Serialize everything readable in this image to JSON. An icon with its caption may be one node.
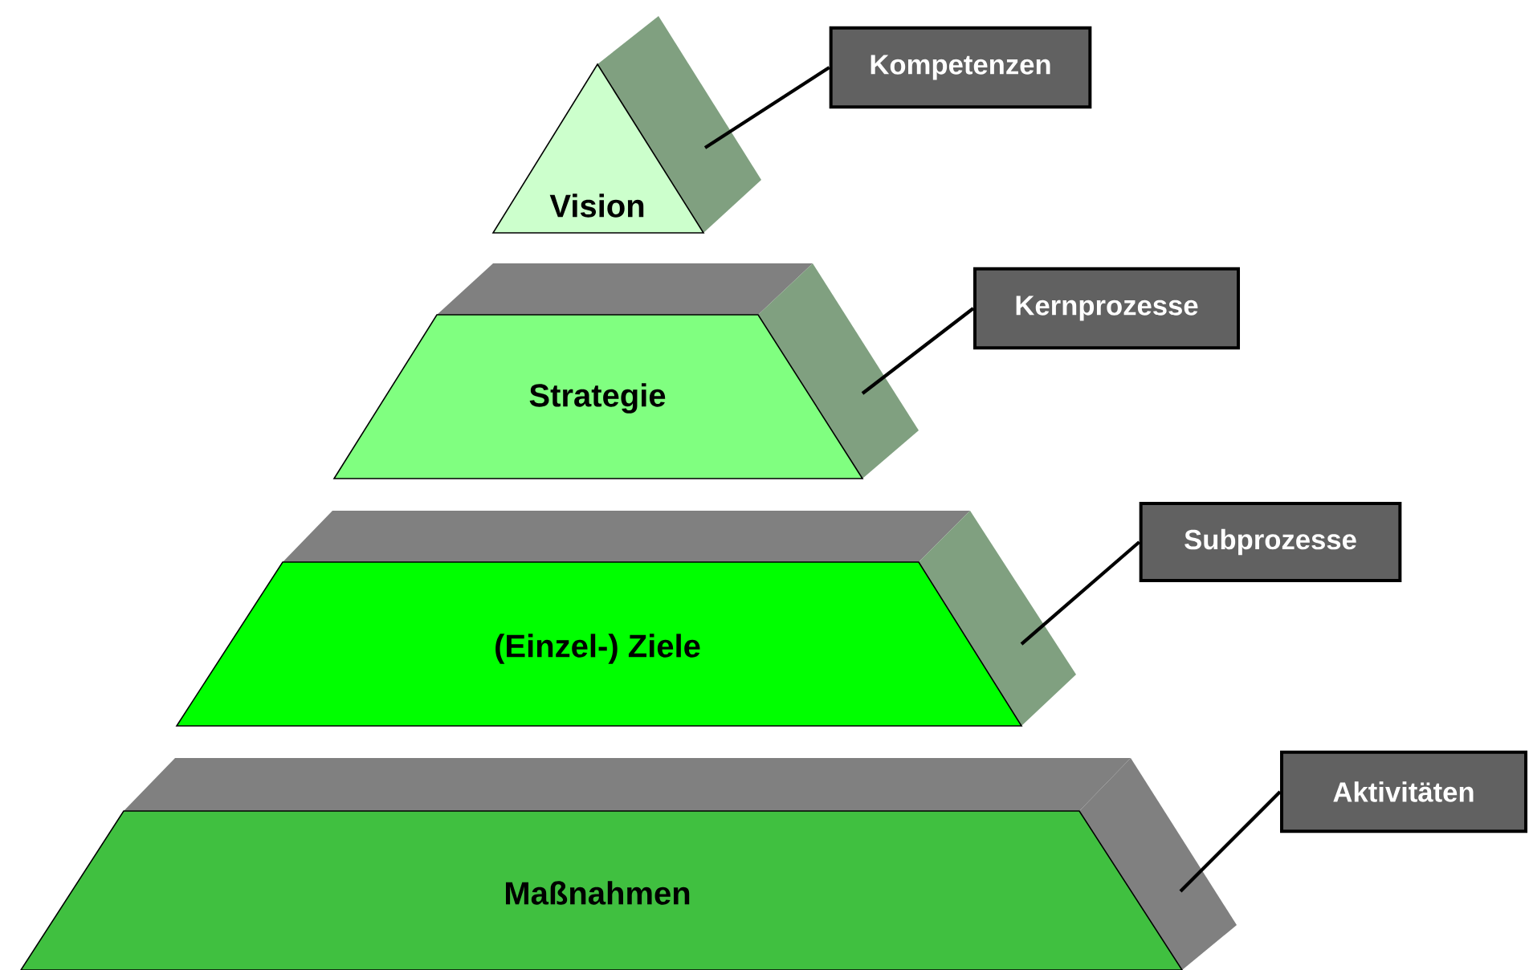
{
  "diagram": {
    "nodes": [
      {
        "text": [
          "Vision"
        ]
      },
      {
        "text": [
          "Strategie"
        ]
      },
      {
        "text": [
          "(Einzel-) Ziele"
        ]
      },
      {
        "text": [
          "Maßnahmen"
        ]
      },
      {
        "text": [
          "Kompetenzen"
        ]
      },
      {
        "text": [
          "Kernprozesse"
        ]
      },
      {
        "text": [
          "Subprozesse"
        ]
      },
      {
        "text": [
          "Aktivitäten"
        ]
      }
    ],
    "edges": [
      {
        "from": 4,
        "to": 0,
        "arrow": "none"
      },
      {
        "from": 5,
        "to": 1,
        "arrow": "none"
      },
      {
        "from": 6,
        "to": 2,
        "arrow": "none"
      },
      {
        "from": 7,
        "to": 3,
        "arrow": "none"
      }
    ]
  }
}
